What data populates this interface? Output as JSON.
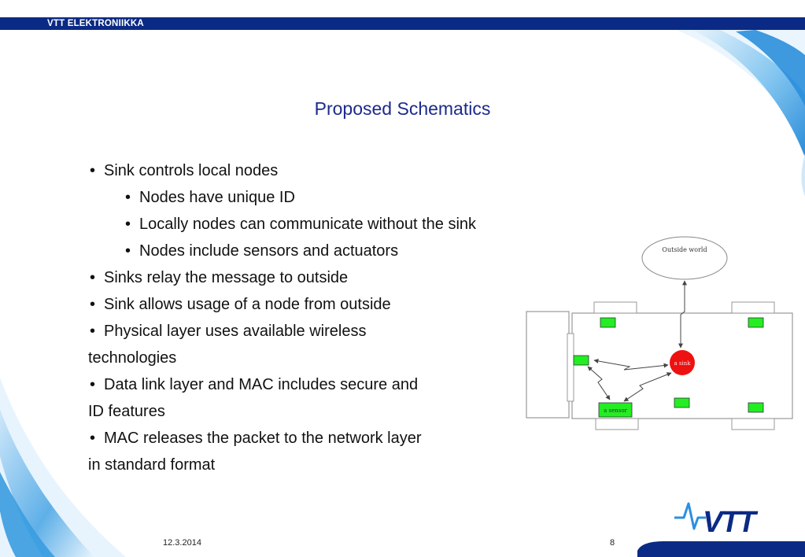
{
  "header": {
    "brand": "VTT ELEKTRONIIKKA"
  },
  "slide": {
    "title": "Proposed Schematics"
  },
  "bullets": [
    {
      "text": "Sink controls local nodes"
    },
    {
      "text": "Nodes have unique ID"
    },
    {
      "text": "Locally nodes can communicate without the sink"
    },
    {
      "text": "Nodes include sensors and actuators"
    },
    {
      "text": "Sinks relay the message to outside"
    },
    {
      "text": "Sink allows usage of a node from outside"
    },
    {
      "text": "Physical layer uses available wireless",
      "continuation": "technologies"
    },
    {
      "text": "Data link layer and MAC includes secure and",
      "continuation": "ID features"
    },
    {
      "text": "MAC releases the packet to the network layer",
      "continuation": "in standard format"
    }
  ],
  "diagram": {
    "outside_label": "Outside world",
    "sink_label": "a sink",
    "sensor_label": "a sensor",
    "node_color": "#22ee22",
    "sink_color": "#ee1111"
  },
  "footer": {
    "date": "12.3.2014",
    "page": "8"
  },
  "logo": {
    "text": "VTT",
    "icon": "vtt-pulse-logo"
  },
  "colors": {
    "header_bar": "#0b2a85",
    "title": "#1c2a8c",
    "swoosh": "#3a9ce0"
  }
}
